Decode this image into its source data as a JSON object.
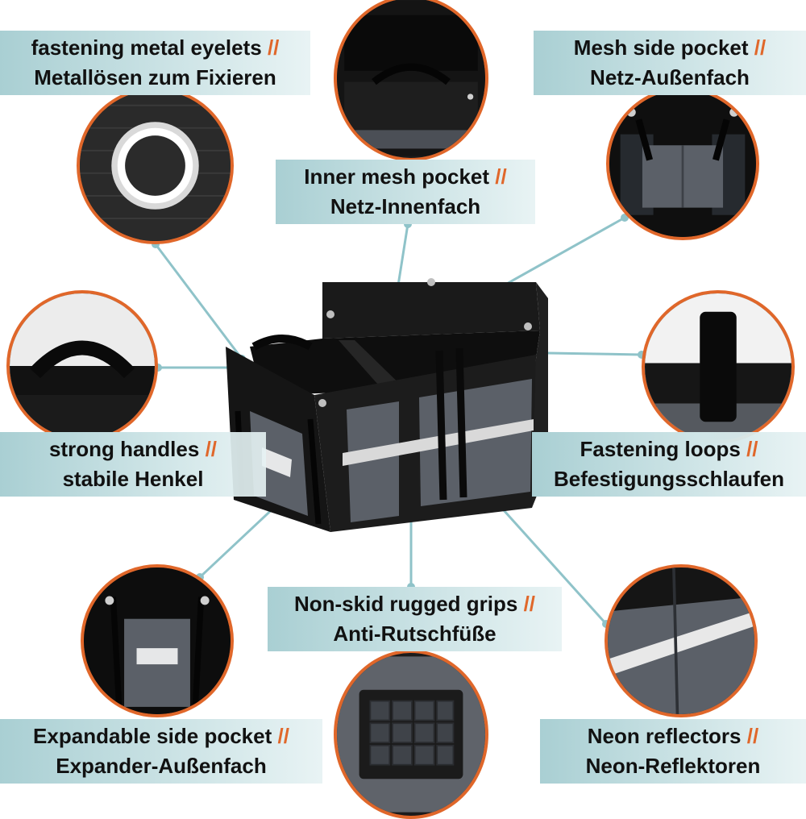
{
  "labels": {
    "eyelets": {
      "en": "fastening metal eyelets",
      "sep": "//",
      "de": "Metallösen zum Fixieren"
    },
    "inner_pocket": {
      "en": "Inner mesh pocket",
      "sep": "//",
      "de": "Netz-Innenfach"
    },
    "mesh_side": {
      "en": "Mesh side pocket",
      "sep": "//",
      "de": "Netz-Außenfach"
    },
    "handles": {
      "en": "strong handles",
      "sep": "//",
      "de": "stabile Henkel"
    },
    "loops": {
      "en": "Fastening loops",
      "sep": "//",
      "de": "Befestigungsschlaufen"
    },
    "grips": {
      "en": "Non-skid rugged grips",
      "sep": "//",
      "de": "Anti-Rutschfüße"
    },
    "expandable": {
      "en": "Expandable side pocket",
      "sep": "//",
      "de": "Expander-Außenfach"
    },
    "neon": {
      "en": "Neon reflectors",
      "sep": "//",
      "de": "Neon-Reflektoren"
    }
  },
  "colors": {
    "accent_orange": "#e0672a",
    "banner_teal": "#a9cfd3",
    "connector_line": "#8fc3c9",
    "fabric_black": "#161616",
    "fabric_grey": "#5b6068",
    "reflector": "#d9d9d9"
  }
}
